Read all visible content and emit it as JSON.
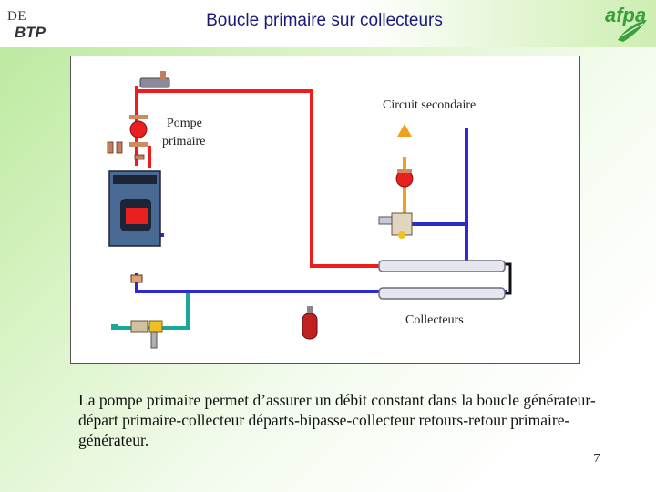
{
  "slide": {
    "title": "Boucle primaire sur collecteurs",
    "page_number": "7"
  },
  "logos": {
    "left_line1": "DE",
    "left_line2": "BTP",
    "right": "afpa"
  },
  "diagram": {
    "labels": {
      "secondary_circuit": "Circuit secondaire",
      "primary_pump_line1": "Pompe",
      "primary_pump_line2": "primaire",
      "collectors": "Collecteurs"
    },
    "colors": {
      "supply_pipe": "#ee1c1c",
      "return_pipe": "#2b2bd0",
      "make_up_pipe": "#1aa89a",
      "secondary_flow": "#f0a020",
      "boiler": "#4a6a96"
    }
  },
  "caption": {
    "text": "La pompe primaire permet d’assurer un débit constant dans la boucle générateur-départ primaire-collecteur départs-bipasse-collecteur retours-retour primaire-générateur."
  }
}
